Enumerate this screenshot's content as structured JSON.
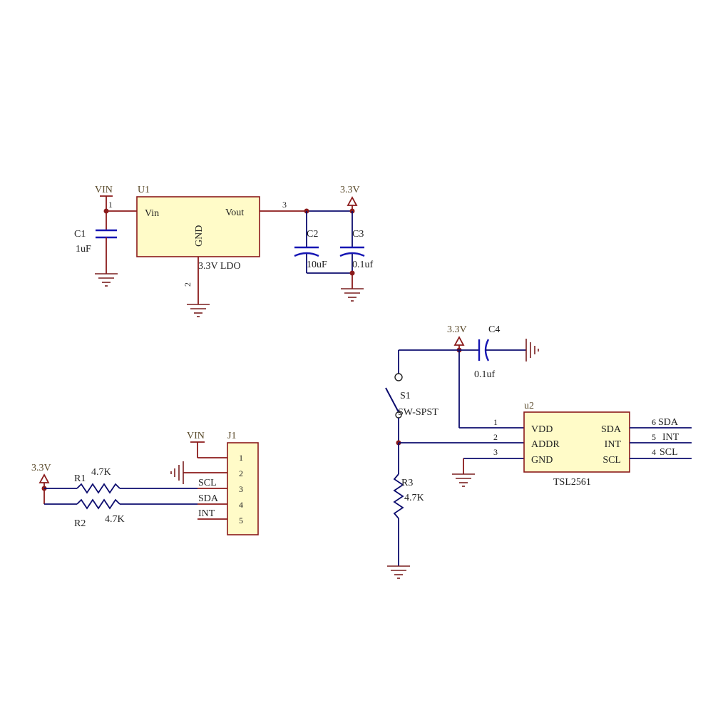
{
  "power_labels": {
    "vin": "VIN",
    "v33": "3.3V"
  },
  "u1": {
    "ref": "U1",
    "pin_vin": "Vin",
    "pin_vout": "Vout",
    "pin_gnd": "GND",
    "value": "3.3V LDO",
    "pin1": "1",
    "pin2": "2",
    "net3": "3"
  },
  "c1": {
    "ref": "C1",
    "value": "1uF"
  },
  "c2": {
    "ref": "C2",
    "value": "10uF"
  },
  "c3": {
    "ref": "C3",
    "value": "0.1uf"
  },
  "c4": {
    "ref": "C4",
    "value": "0.1uf"
  },
  "s1": {
    "ref": "S1",
    "value": "SW-SPST"
  },
  "r3": {
    "ref": "R3",
    "value": "4.7K"
  },
  "u2": {
    "ref": "u2",
    "value": "TSL2561",
    "pins_left": [
      "VDD",
      "ADDR",
      "GND"
    ],
    "pins_right": [
      "SDA",
      "INT",
      "SCL"
    ],
    "nums_left": [
      "1",
      "2",
      "3"
    ],
    "nums_right": [
      "6",
      "5",
      "4"
    ],
    "net_right": [
      "SDA",
      "INT",
      "SCL"
    ]
  },
  "j1": {
    "ref": "J1",
    "pins": [
      "1",
      "2",
      "3",
      "4",
      "5"
    ],
    "nets": [
      "SCL",
      "SDA",
      "INT"
    ]
  },
  "r1": {
    "ref": "R1",
    "value": "4.7K"
  },
  "r2": {
    "ref": "R2",
    "value": "4.7K"
  }
}
